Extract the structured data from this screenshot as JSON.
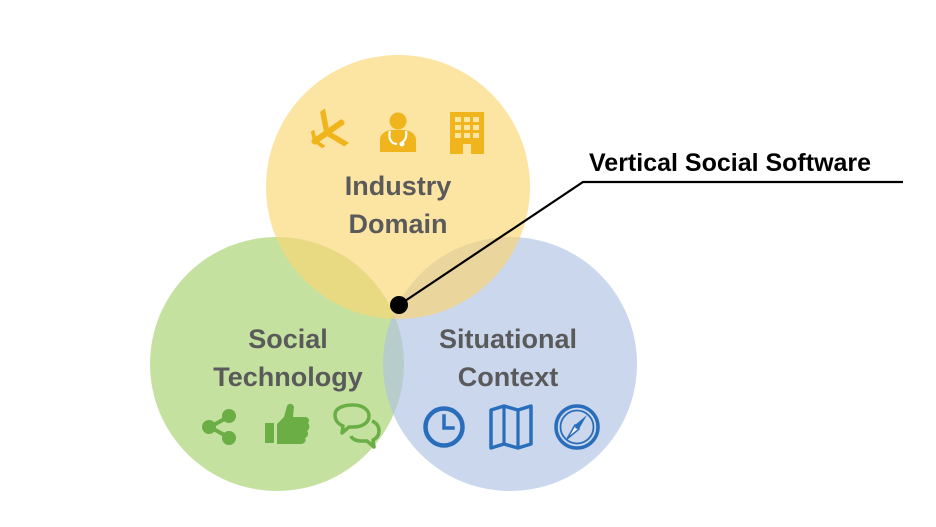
{
  "diagram": {
    "callout": {
      "title": "Vertical Social Software"
    },
    "circles": {
      "industry": {
        "line1": "Industry",
        "line2": "Domain",
        "color": "#fbd977",
        "icon_color": "#f0b41c",
        "icons": [
          "airplane-icon",
          "doctor-icon",
          "office-building-icon"
        ]
      },
      "social": {
        "line1": "Social",
        "line2": "Technology",
        "color": "#b9dc8b",
        "icon_color": "#6aae45",
        "icons": [
          "share-icon",
          "thumbs-up-icon",
          "chat-bubbles-icon"
        ]
      },
      "situational": {
        "line1": "Situational",
        "line2": "Context",
        "color": "#b3c6e5",
        "icon_color": "#2a6ebb",
        "icons": [
          "clock-icon",
          "map-icon",
          "compass-icon"
        ]
      }
    }
  }
}
